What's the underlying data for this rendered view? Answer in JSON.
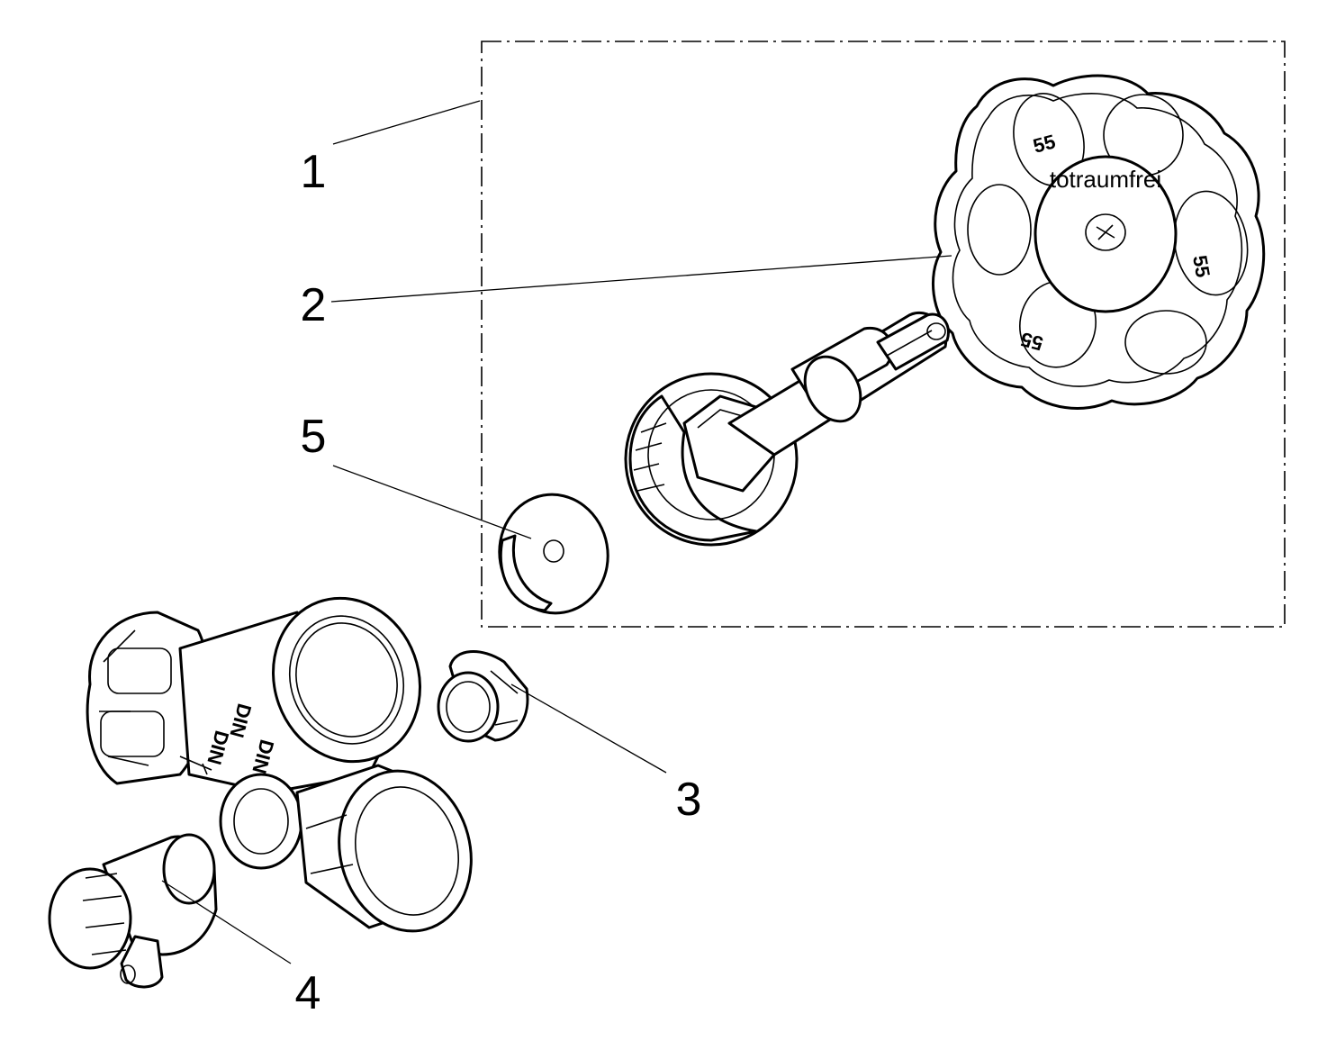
{
  "callouts": [
    {
      "id": "1",
      "label": "1"
    },
    {
      "id": "2",
      "label": "2"
    },
    {
      "id": "3",
      "label": "3"
    },
    {
      "id": "4",
      "label": "4"
    },
    {
      "id": "5",
      "label": "5"
    }
  ],
  "handwheel": {
    "cap_text": "totraumfrei",
    "logo_mark": "55"
  },
  "valve_body": {
    "markings": [
      "DIN",
      "DIN",
      "DIN"
    ]
  }
}
